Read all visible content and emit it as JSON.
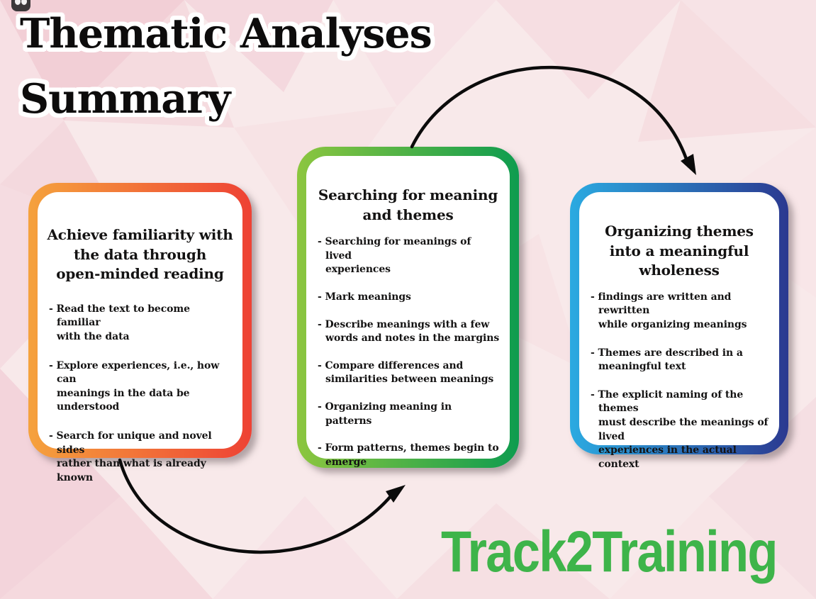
{
  "badge": {
    "icon": "paw-badge-icon"
  },
  "title": {
    "line1": "Thematic Analyses",
    "line2": "Summary"
  },
  "watermark": {
    "text": "Track2Training",
    "color": "#3EB44A"
  },
  "arrows": {
    "color": "#0B0B0B",
    "top_arrow": "from-searching-card-to-organizing-card",
    "bottom_arrow": "from-familiarity-card-to-searching-card"
  },
  "background": {
    "base": "#F8E9EA",
    "pattern": "low-poly-pink-triangles"
  },
  "cards": [
    {
      "heading": "Achieve familiarity with\nthe data through\nopen-minded reading",
      "border_from": "#F5A23D",
      "border_to": "#EE4234",
      "bullets": [
        "- Read the text to become familiar\nwith the data",
        "- Explore experiences, i.e., how can\nmeanings in the data be understood",
        "- Search for unique and novel sides\nrather than what is already known"
      ]
    },
    {
      "heading": "Searching for meaning\nand themes",
      "border_from": "#8CC63F",
      "border_to": "#0E9C4F",
      "bullets": [
        "- Searching for meanings of lived\nexperiences",
        "- Mark meanings",
        "- Describe meanings with a few\nwords and notes in the margins",
        "- Compare differences and\nsimilarities between meanings",
        "- Organizing meaning in patterns",
        "- Form patterns, themes begin to\nemerge"
      ]
    },
    {
      "heading": "Organizing themes\ninto a meaningful\nwholeness",
      "border_from": "#2BAAE1",
      "border_to": "#2B3990",
      "bullets": [
        "- findings are written and rewritten\nwhile organizing meanings",
        "- Themes are described in a\nmeaningful text",
        "- The explicit naming of the themes\nmust describe the meanings of lived\nexperiences in the actual context"
      ]
    }
  ]
}
